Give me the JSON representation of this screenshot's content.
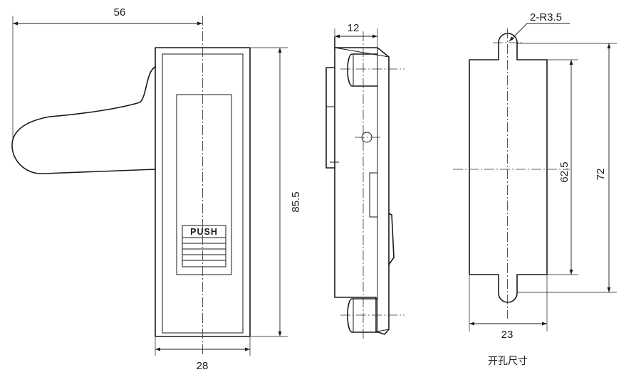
{
  "front_view": {
    "button_text": "PUSH",
    "dim_handle_reach": "56",
    "dim_body_width": "28",
    "dim_body_height": "85.5"
  },
  "side_view": {
    "dim_depth": "12"
  },
  "cutout": {
    "dim_radius": "2-R3.5",
    "dim_hole_pitch": "62.5",
    "dim_overall_height": "72",
    "dim_width": "23",
    "caption": "开孔尺寸"
  }
}
